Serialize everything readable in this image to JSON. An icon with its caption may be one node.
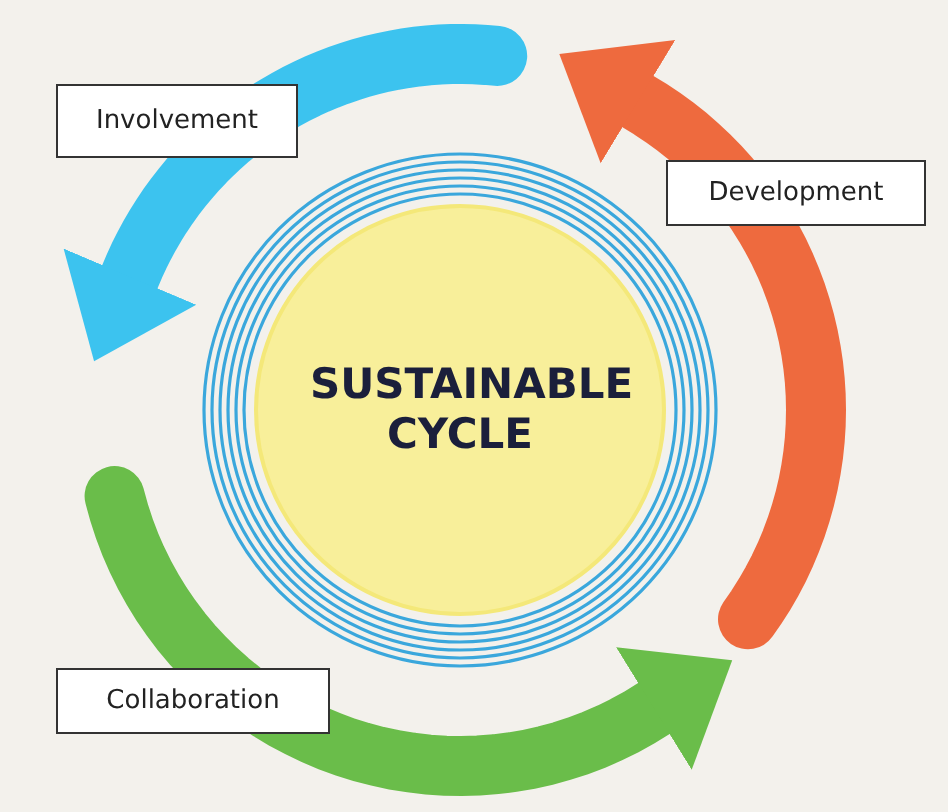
{
  "diagram": {
    "nodes": [
      {
        "text": [
          "SUSTAINABLE CYCLE"
        ]
      }
    ],
    "labels": [
      "Involvement",
      "Development",
      "Collaboration"
    ]
  }
}
